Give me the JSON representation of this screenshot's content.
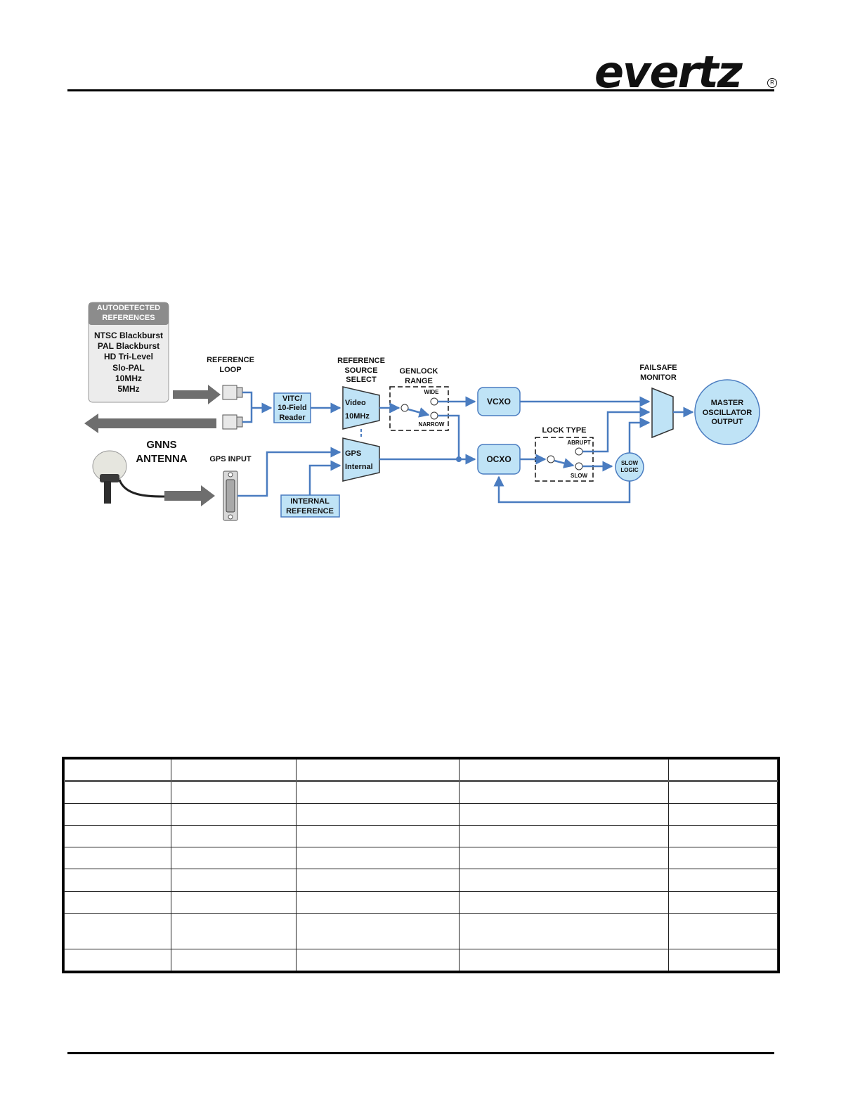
{
  "header": {
    "logo_text": "evertz"
  },
  "diagram": {
    "autodetected": {
      "title_lines": [
        "AUTODETECTED",
        "REFERENCES"
      ],
      "items": [
        "NTSC Blackburst",
        "PAL Blackburst",
        "HD Tri-Level",
        "Slo-PAL",
        "10MHz",
        "5MHz"
      ]
    },
    "reference_loop": [
      "REFERENCE",
      "LOOP"
    ],
    "vitc_reader": [
      "VITC/",
      "10-Field",
      "Reader"
    ],
    "reference_source_select": [
      "REFERENCE",
      "SOURCE",
      "SELECT"
    ],
    "mux_top": [
      "Video",
      "10MHz"
    ],
    "mux_bottom": [
      "GPS",
      "Internal"
    ],
    "genlock_range": {
      "title": [
        "GENLOCK",
        "RANGE"
      ],
      "wide": "WIDE",
      "narrow": "NARROW"
    },
    "vcxo": "VCXO",
    "ocxo": "OCXO",
    "lock_type": {
      "title": "LOCK TYPE",
      "abrupt": "ABRUPT",
      "slow": "SLOW"
    },
    "slow_logic": [
      "SLOW",
      "LOGIC"
    ],
    "failsafe_monitor": [
      "FAILSAFE",
      "MONITOR"
    ],
    "master_output": [
      "MASTER",
      "OSCILLATOR",
      "OUTPUT"
    ],
    "gnns_antenna": [
      "GNNS",
      "ANTENNA"
    ],
    "gps_input": "GPS INPUT",
    "internal_reference": [
      "INTERNAL",
      "REFERENCE"
    ],
    "colors": {
      "line": "#4a7cc0",
      "box_fill": "#bfe3f6",
      "arrow_gray": "#6e6e6e"
    }
  }
}
